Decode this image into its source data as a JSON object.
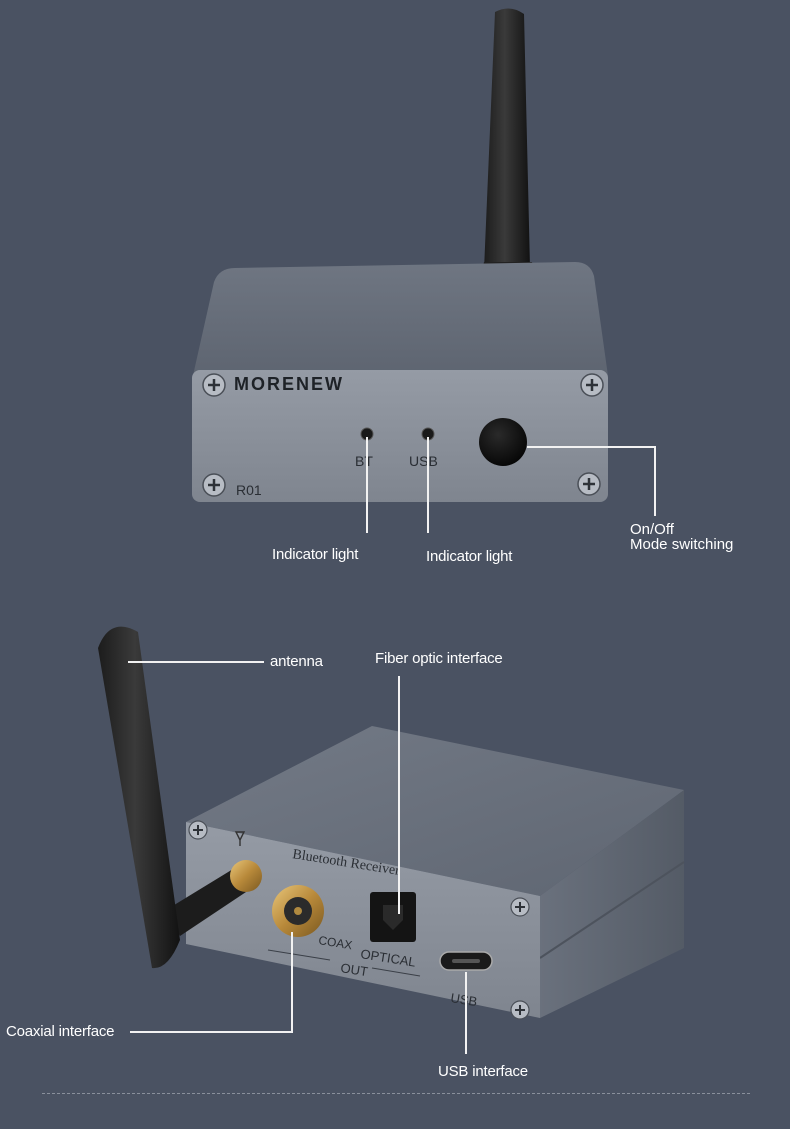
{
  "device_top": {
    "brand": "MORENEW",
    "model": "R01",
    "led_left_label": "BT",
    "led_right_label": "USB"
  },
  "device_bottom": {
    "panel_title": "Bluetooth Receiver",
    "coax_label": "COAX",
    "optical_label": "OPTICAL",
    "out_label": "OUT",
    "usb_label": "USB"
  },
  "callouts": {
    "indicator_bt": "Indicator light",
    "indicator_usb": "Indicator light",
    "onoff_line1": "On/Off",
    "onoff_line2": "Mode switching",
    "antenna": "antenna",
    "fiber": "Fiber optic interface",
    "coaxial": "Coaxial interface",
    "usb_interface": "USB interface"
  },
  "colors": {
    "background": "#4a5262",
    "housing": "#6e7582",
    "faceplate": "#8a909b",
    "callout_text": "#ffffff",
    "divider": "#8a909c"
  }
}
